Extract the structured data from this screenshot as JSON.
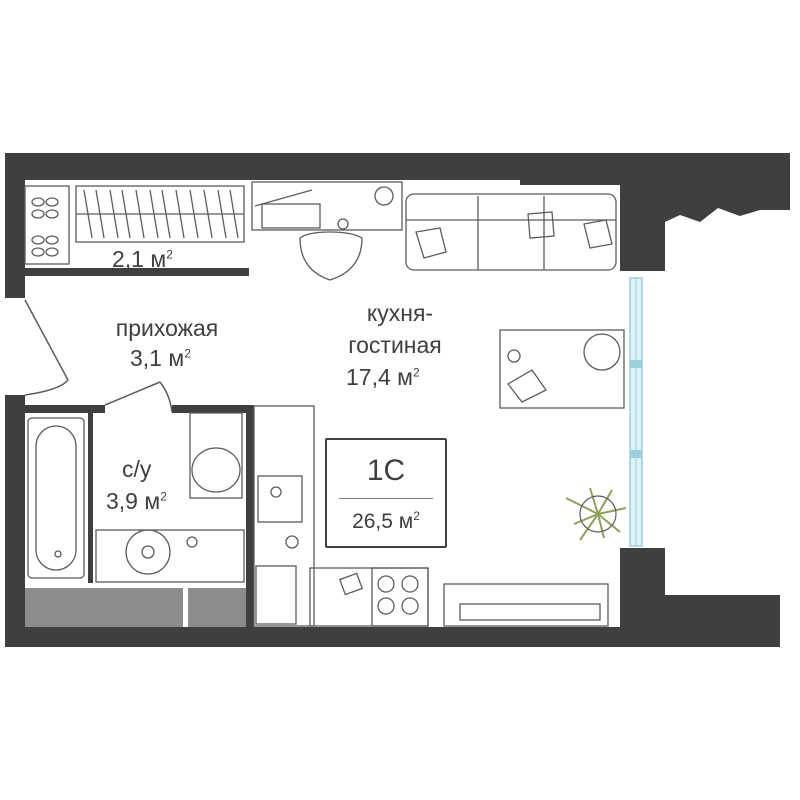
{
  "apartment": {
    "type": "1С",
    "total_area": "26,5 м",
    "area_unit_sup": "2"
  },
  "rooms": [
    {
      "id": "wardrobe",
      "name": "",
      "area": "2,1 м",
      "sup": "2"
    },
    {
      "id": "hallway",
      "name": "прихожая",
      "area": "3,1 м",
      "sup": "2"
    },
    {
      "id": "bathroom",
      "name": "с/у",
      "area": "3,9 м",
      "sup": "2"
    },
    {
      "id": "kitchen_living",
      "name_line1": "кухня-",
      "name_line2": "гостиная",
      "area": "17,4 м",
      "sup": "2"
    }
  ],
  "colors": {
    "wall": "#3d3f41",
    "furniture_stroke": "#5a5c5e",
    "window": "#bfe3ec",
    "balcony": "#8a8c8e",
    "plant": "#8fa05a"
  }
}
